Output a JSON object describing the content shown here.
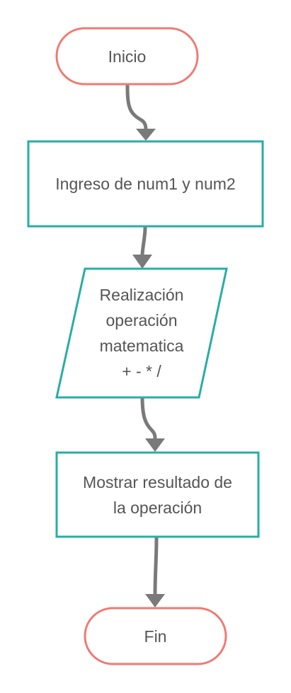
{
  "colors": {
    "terminal_border": "#ee7b74",
    "process_border": "#29ada5",
    "arrow": "#7a7a7a",
    "text": "#555555",
    "background": "#ffffff"
  },
  "nodes": {
    "inicio": {
      "shape": "terminal",
      "label": "Inicio"
    },
    "ingreso": {
      "shape": "process",
      "label": "Ingreso de num1 y num2"
    },
    "realizacion": {
      "shape": "data",
      "lines": [
        "Realización",
        "operación",
        "matematica",
        "+ - * /"
      ]
    },
    "mostrar": {
      "shape": "process",
      "lines": [
        "Mostrar resultado de",
        "la operación"
      ]
    },
    "fin": {
      "shape": "terminal",
      "label": "Fin"
    }
  },
  "edges": [
    {
      "from": "inicio",
      "to": "ingreso"
    },
    {
      "from": "ingreso",
      "to": "realizacion"
    },
    {
      "from": "realizacion",
      "to": "mostrar"
    },
    {
      "from": "mostrar",
      "to": "fin"
    }
  ]
}
